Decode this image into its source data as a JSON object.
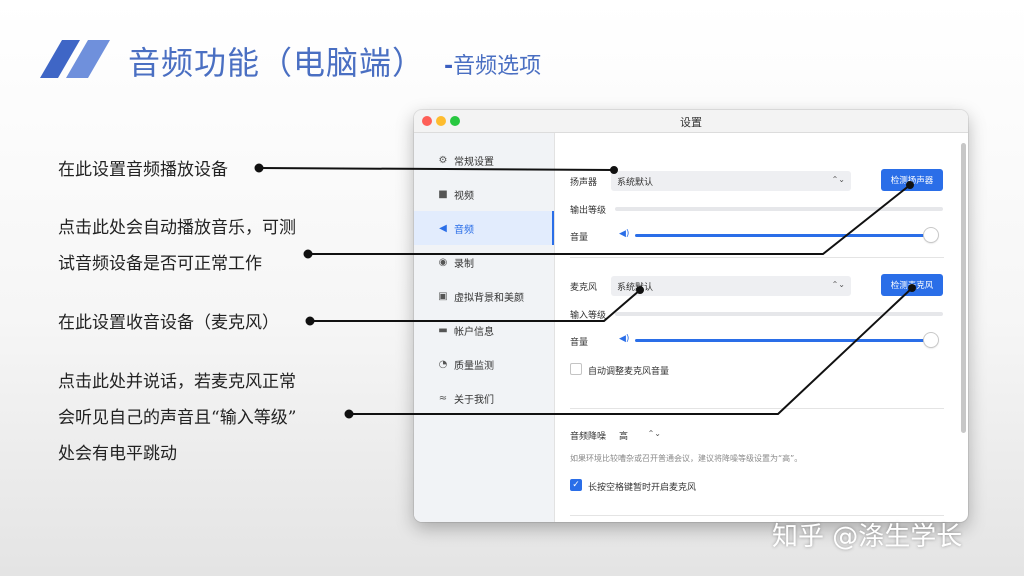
{
  "slide": {
    "title": "音频功能（电脑端）",
    "subtitle_dash": "-",
    "subtitle": "音频选项",
    "accent_color": "#4a6fc2"
  },
  "annotations": [
    {
      "lines": [
        "在此设置音频播放设备"
      ]
    },
    {
      "lines": [
        "点击此处会自动播放音乐，可测",
        "试音频设备是否可正常工作"
      ]
    },
    {
      "lines": [
        "在此设置收音设备（麦克风）"
      ]
    },
    {
      "lines": [
        "点击此处并说话，若麦克风正常",
        "会听见自己的声音且“输入等级”",
        "处会有电平跳动"
      ]
    }
  ],
  "window": {
    "title": "设置",
    "sidebar": [
      {
        "icon": "gear-icon",
        "glyph": "⚙",
        "label": "常规设置",
        "active": false
      },
      {
        "icon": "video-icon",
        "glyph": "■",
        "label": "视频",
        "active": false
      },
      {
        "icon": "speaker-icon",
        "glyph": "◀",
        "label": "音频",
        "active": true
      },
      {
        "icon": "record-icon",
        "glyph": "◉",
        "label": "录制",
        "active": false
      },
      {
        "icon": "portrait-icon",
        "glyph": "▣",
        "label": "虚拟背景和美颜",
        "active": false
      },
      {
        "icon": "account-icon",
        "glyph": "▬",
        "label": "帐户信息",
        "active": false
      },
      {
        "icon": "quality-icon",
        "glyph": "◔",
        "label": "质量监测",
        "active": false
      },
      {
        "icon": "about-icon",
        "glyph": "≈",
        "label": "关于我们",
        "active": false
      }
    ],
    "speaker": {
      "label": "扬声器",
      "device": "系统默认",
      "test_button": "检测扬声器",
      "output_level_label": "输出等级",
      "volume_label": "音量",
      "volume": 1.0
    },
    "microphone": {
      "label": "麦克风",
      "device": "系统默认",
      "test_button": "检测麦克风",
      "input_level_label": "输入等级",
      "volume_label": "音量",
      "volume": 1.0,
      "auto_adjust_label": "自动调整麦克风音量",
      "auto_adjust_checked": false
    },
    "noise": {
      "label": "音频降噪",
      "value": "高",
      "hint": "如果环境比较嘈杂或召开普通会议，建议将降噪等级设置为“高”。"
    },
    "push_to_talk": {
      "label": "长按空格键暂时开启麦克风",
      "checked": true,
      "check_glyph": "✓"
    },
    "chevron_glyph": "⌃⌄",
    "volume_glyph": "◀)"
  },
  "watermark": "知乎 @涤生学长"
}
